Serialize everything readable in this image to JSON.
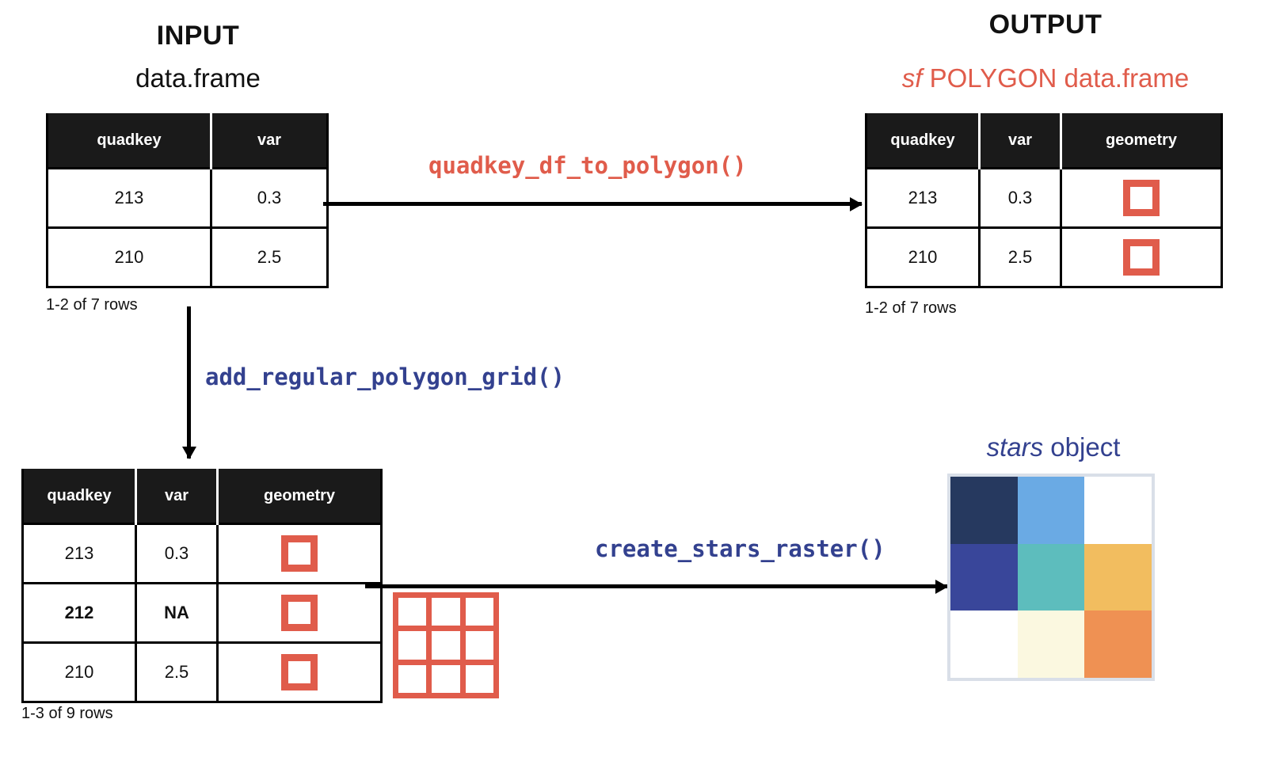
{
  "input": {
    "heading": "INPUT",
    "subheading": "data.frame",
    "table": {
      "columns": [
        "quadkey",
        "var"
      ],
      "rows": [
        {
          "cells": [
            "213",
            "0.3"
          ],
          "bold": false
        },
        {
          "cells": [
            "210",
            "2.5"
          ],
          "bold": false
        }
      ]
    },
    "caption": "1-2 of 7 rows"
  },
  "output": {
    "heading": "OUTPUT",
    "subheading_italic": "sf",
    "subheading_rest": " POLYGON data.frame",
    "table": {
      "columns": [
        "quadkey",
        "var",
        "geometry"
      ],
      "rows": [
        {
          "cells": [
            "213",
            "0.3"
          ],
          "geometry": "polygon-square-icon",
          "bold": false
        },
        {
          "cells": [
            "210",
            "2.5"
          ],
          "geometry": "polygon-square-icon",
          "bold": false
        }
      ]
    },
    "caption": "1-2 of 7 rows"
  },
  "grid_table": {
    "table": {
      "columns": [
        "quadkey",
        "var",
        "geometry"
      ],
      "rows": [
        {
          "cells": [
            "213",
            "0.3"
          ],
          "geometry": "polygon-square-icon",
          "bold": false
        },
        {
          "cells": [
            "212",
            "NA"
          ],
          "geometry": "polygon-square-icon",
          "bold": true
        },
        {
          "cells": [
            "210",
            "2.5"
          ],
          "geometry": "polygon-square-icon",
          "bold": false
        }
      ]
    },
    "caption": "1-3 of 9 rows"
  },
  "stars": {
    "heading_italic": "stars",
    "heading_rest": " object",
    "raster_cells": [
      "#26395f",
      "#6aaae4",
      "#ffffff",
      "#39469a",
      "#5dbdbd",
      "#f2bd5f",
      "#ffffff",
      "#fbf8e0",
      "#ef9153"
    ],
    "frame_color": "#d9dfe8"
  },
  "functions": {
    "quadkey_df_to_polygon": "quadkey_df_to_polygon()",
    "add_regular_polygon_grid": "add_regular_polygon_grid()",
    "create_stars_raster": "create_stars_raster()"
  },
  "colors": {
    "accent_red": "#e05c4b",
    "accent_blue": "#33418f",
    "header_bg": "#1a1a1a",
    "text": "#111111"
  }
}
